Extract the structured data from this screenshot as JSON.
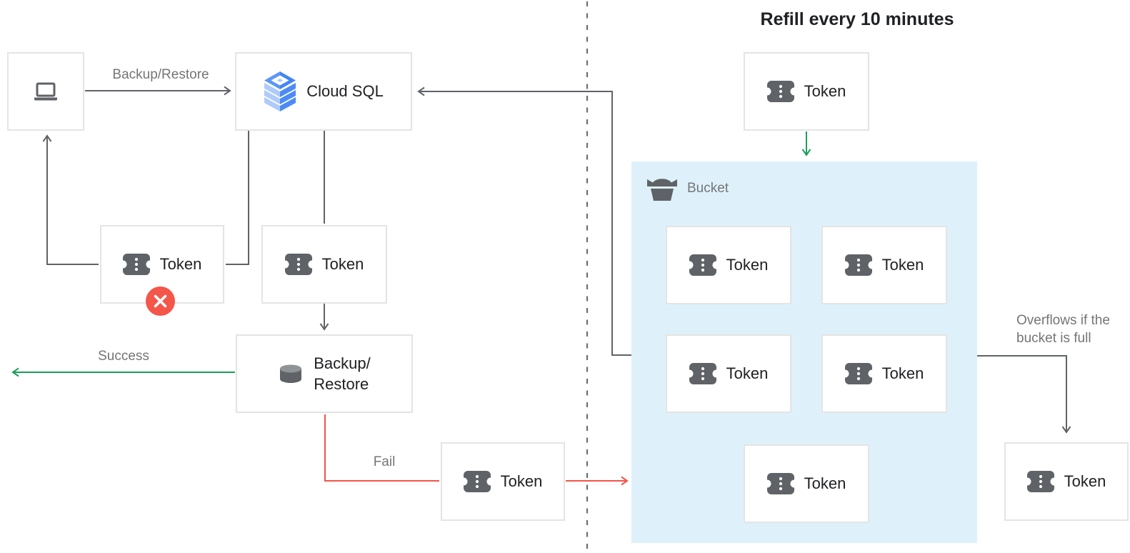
{
  "title": "Refill every 10 minutes",
  "nodes": {
    "token_label": "Token",
    "cloud_sql_label": "Cloud SQL",
    "backup_restore_label_line1": "Backup/",
    "backup_restore_label_line2": "Restore",
    "bucket_label": "Bucket",
    "bucket_token_count": 5
  },
  "edge_labels": {
    "client_to_cloudsql": "Backup/Restore",
    "success": "Success",
    "fail": "Fail",
    "overflow_line1": "Overflows if the",
    "overflow_line2": "bucket is full"
  },
  "icons": {
    "client": "laptop-icon",
    "cloud_sql": "cloud-sql-stack-icon",
    "token": "ticket-icon",
    "backup_restore": "database-cylinder-icon",
    "bucket": "bucket-icon",
    "rejected_badge": "error-x-icon"
  },
  "colors": {
    "success_green": "#1A9E5A",
    "fail_red": "#F2544A",
    "error_badge_red": "#F4564A",
    "bucket_fill": "#DEF1FB",
    "connector_gray": "#5F6368",
    "label_gray": "#757575",
    "node_text": "#202124",
    "node_border": "#E4E4E4",
    "cloud_sql_blue": "#4285F4"
  }
}
